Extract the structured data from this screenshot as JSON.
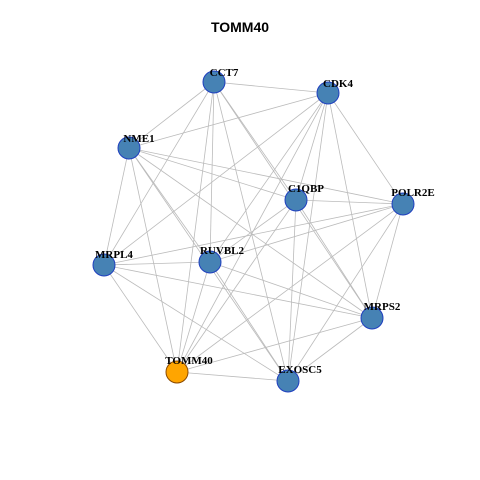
{
  "title": "TOMM40",
  "colors": {
    "node_fill": "#4682B4",
    "node_stroke": "#1F3FBF",
    "highlight_fill": "#FFA500",
    "highlight_stroke": "#8B4A00",
    "edge": "#BBBBBB"
  },
  "nodes": [
    {
      "id": "CCT7",
      "label": "CCT7"
    },
    {
      "id": "CDK4",
      "label": "CDK4"
    },
    {
      "id": "NME1",
      "label": "NME1"
    },
    {
      "id": "C1QBP",
      "label": "C1QBP"
    },
    {
      "id": "POLR2E",
      "label": "POLR2E"
    },
    {
      "id": "RUVBL2",
      "label": "RUVBL2"
    },
    {
      "id": "MRPL4",
      "label": "MRPL4"
    },
    {
      "id": "MRPS2",
      "label": "MRPS2"
    },
    {
      "id": "TOMM40",
      "label": "TOMM40",
      "highlight": true
    },
    {
      "id": "EXOSC5",
      "label": "EXOSC5"
    }
  ],
  "edges": [
    [
      "CCT7",
      "CDK4"
    ],
    [
      "CCT7",
      "NME1"
    ],
    [
      "CCT7",
      "C1QBP"
    ],
    [
      "CCT7",
      "RUVBL2"
    ],
    [
      "CCT7",
      "MRPL4"
    ],
    [
      "CCT7",
      "MRPS2"
    ],
    [
      "CCT7",
      "TOMM40"
    ],
    [
      "CCT7",
      "EXOSC5"
    ],
    [
      "CDK4",
      "NME1"
    ],
    [
      "CDK4",
      "C1QBP"
    ],
    [
      "CDK4",
      "POLR2E"
    ],
    [
      "CDK4",
      "RUVBL2"
    ],
    [
      "CDK4",
      "MRPL4"
    ],
    [
      "CDK4",
      "MRPS2"
    ],
    [
      "CDK4",
      "TOMM40"
    ],
    [
      "CDK4",
      "EXOSC5"
    ],
    [
      "NME1",
      "C1QBP"
    ],
    [
      "NME1",
      "POLR2E"
    ],
    [
      "NME1",
      "RUVBL2"
    ],
    [
      "NME1",
      "MRPL4"
    ],
    [
      "NME1",
      "MRPS2"
    ],
    [
      "NME1",
      "TOMM40"
    ],
    [
      "NME1",
      "EXOSC5"
    ],
    [
      "C1QBP",
      "POLR2E"
    ],
    [
      "C1QBP",
      "RUVBL2"
    ],
    [
      "C1QBP",
      "MRPS2"
    ],
    [
      "C1QBP",
      "TOMM40"
    ],
    [
      "C1QBP",
      "EXOSC5"
    ],
    [
      "POLR2E",
      "RUVBL2"
    ],
    [
      "POLR2E",
      "MRPL4"
    ],
    [
      "POLR2E",
      "MRPS2"
    ],
    [
      "POLR2E",
      "TOMM40"
    ],
    [
      "POLR2E",
      "EXOSC5"
    ],
    [
      "RUVBL2",
      "MRPL4"
    ],
    [
      "RUVBL2",
      "MRPS2"
    ],
    [
      "RUVBL2",
      "TOMM40"
    ],
    [
      "RUVBL2",
      "EXOSC5"
    ],
    [
      "MRPL4",
      "MRPS2"
    ],
    [
      "MRPL4",
      "TOMM40"
    ],
    [
      "MRPL4",
      "EXOSC5"
    ],
    [
      "MRPS2",
      "TOMM40"
    ],
    [
      "MRPS2",
      "EXOSC5"
    ],
    [
      "TOMM40",
      "EXOSC5"
    ]
  ]
}
